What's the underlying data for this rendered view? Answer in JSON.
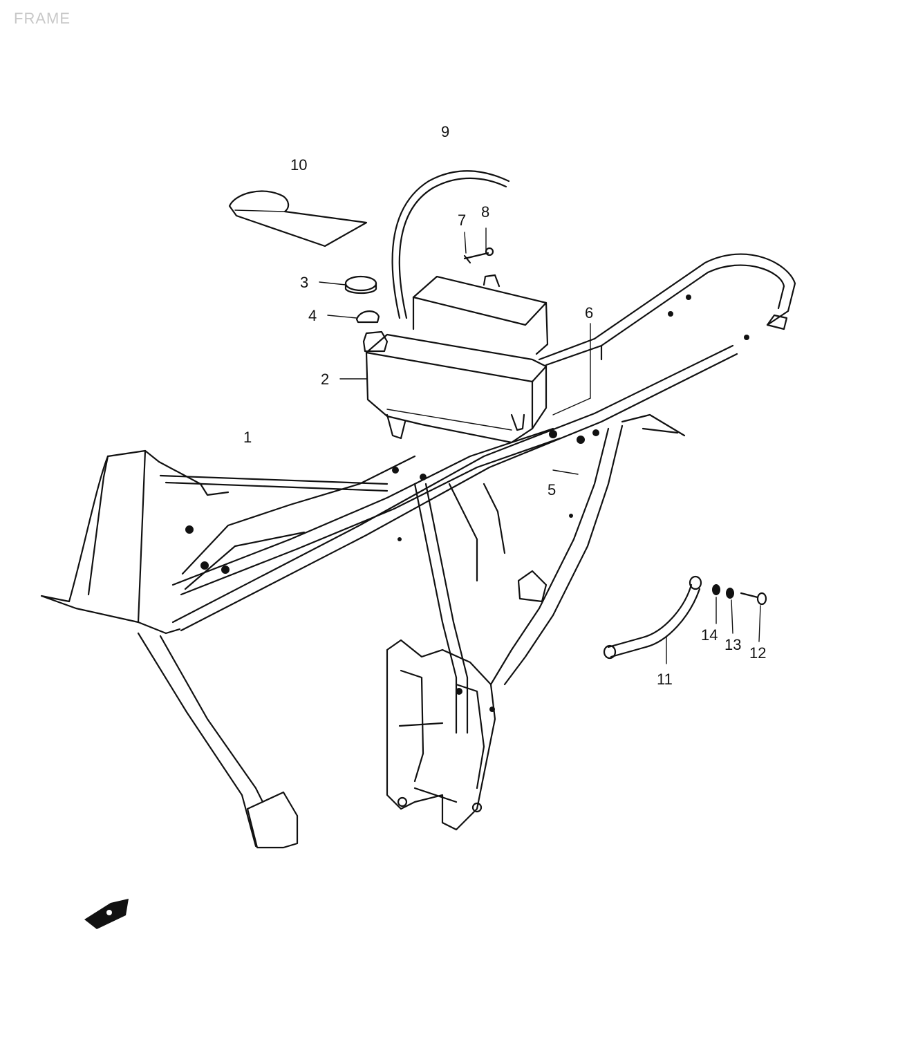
{
  "title": "FRAME",
  "callouts": [
    {
      "id": "1",
      "label": "1"
    },
    {
      "id": "2",
      "label": "2"
    },
    {
      "id": "3",
      "label": "3"
    },
    {
      "id": "4",
      "label": "4"
    },
    {
      "id": "5",
      "label": "5"
    },
    {
      "id": "6",
      "label": "6"
    },
    {
      "id": "7",
      "label": "7"
    },
    {
      "id": "8",
      "label": "8"
    },
    {
      "id": "9",
      "label": "9"
    },
    {
      "id": "10",
      "label": "10"
    },
    {
      "id": "11",
      "label": "11"
    },
    {
      "id": "12",
      "label": "12"
    },
    {
      "id": "13",
      "label": "13"
    },
    {
      "id": "14",
      "label": "14"
    }
  ],
  "colors": {
    "line": "#111111",
    "background": "#ffffff",
    "title": "#c8c8c8"
  },
  "icons": [
    "front-direction-arrow-icon"
  ]
}
